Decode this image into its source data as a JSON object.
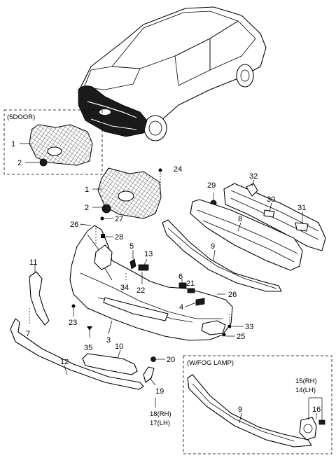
{
  "box_labels": {
    "five_door": "(5DOOR)",
    "fog_lamp": "(W/FOG LAMP)"
  },
  "callouts": {
    "c1_box": "1",
    "c2_box": "2",
    "c1": "1",
    "c2": "2",
    "c3": "3",
    "c4": "4",
    "c5": "5",
    "c6": "6",
    "c7": "7",
    "c8": "8",
    "c9": "9",
    "c9_fog": "9",
    "c10": "10",
    "c11": "11",
    "c12": "12",
    "c13": "13",
    "c14": "14(LH)",
    "c15": "15(RH)",
    "c16": "16",
    "c17": "17(LH)",
    "c18": "18(RH)",
    "c19": "19",
    "c20": "20",
    "c21": "21",
    "c22": "22",
    "c23": "23",
    "c24": "24",
    "c25": "25",
    "c26_left": "26",
    "c26_right": "26",
    "c27": "27",
    "c28": "28",
    "c29": "29",
    "c30": "30",
    "c31": "31",
    "c32": "32",
    "c33": "33",
    "c34": "34",
    "c35": "35"
  }
}
